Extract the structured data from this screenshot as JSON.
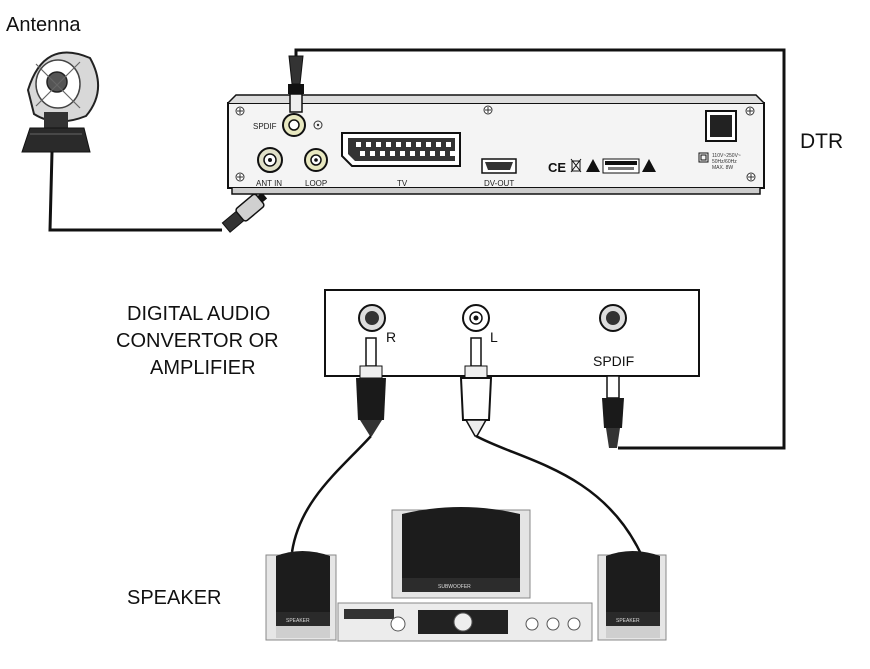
{
  "labels": {
    "antenna": "Antenna",
    "dtr": "DTR",
    "digital_audio": [
      "DIGITAL AUDIO",
      "CONVERTOR OR",
      "AMPLIFIER"
    ],
    "speaker": "SPEAKER",
    "right_channel": "R",
    "left_channel": "L",
    "spdif_port": "SPDIF"
  },
  "receiver_panel": {
    "spdif": "SPDIF",
    "ant_in": "ANT IN",
    "loop": "LOOP",
    "tv": "TV",
    "dv_out": "DV-OUT",
    "ce_mark": "CE",
    "power_spec": "110V~250V~",
    "power_freq": "50Hz/60Hz",
    "power_max": "MAX. 8W"
  },
  "speaker_badge": "SPEAKER",
  "subwoofer_badge": "SUBWOOFER",
  "colors": {
    "line": "#111111",
    "plug_dark": "#1a1a1a",
    "device_face": "#efefef"
  }
}
